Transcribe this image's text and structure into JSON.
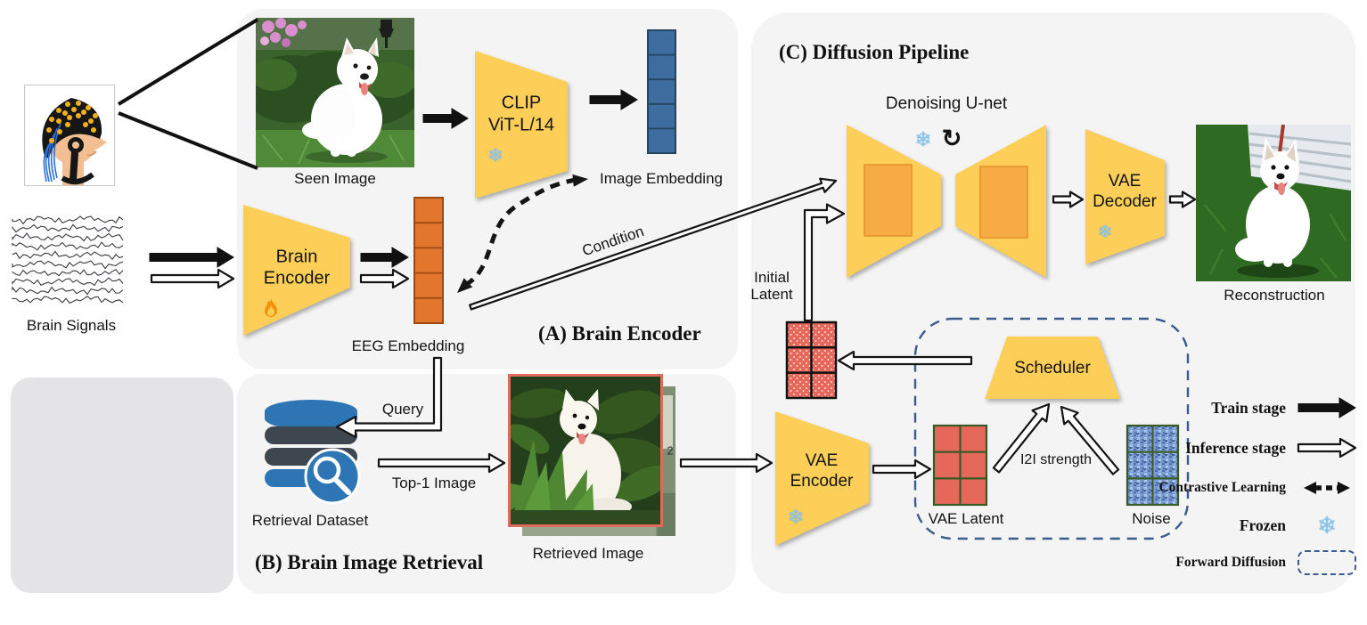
{
  "left_column": {
    "brain_signals_label": "Brain Signals"
  },
  "panel_a": {
    "title": "(A) Brain Encoder",
    "seen_image_label": "Seen Image",
    "clip_line1": "CLIP",
    "clip_line2": "ViT-L/14",
    "image_embedding_label": "Image Embedding",
    "brain_encoder_line1": "Brain",
    "brain_encoder_line2": "Encoder",
    "eeg_embedding_label": "EEG Embedding",
    "condition_label": "Condition"
  },
  "panel_b": {
    "title": "(B) Brain Image Retrieval",
    "retrieval_dataset_label": "Retrieval Dataset",
    "query_label": "Query",
    "top1_label": "Top-1 Image",
    "retrieved_image_label": "Retrieved Image",
    "stacked_photo_number": "2"
  },
  "panel_c": {
    "title": "(C) Diffusion Pipeline",
    "denoising_unet_label": "Denoising U-net",
    "vae_decoder_line1": "VAE",
    "vae_decoder_line2": "Decoder",
    "reconstruction_label": "Reconstruction",
    "initial_latent_line1": "Initial",
    "initial_latent_line2": "Latent",
    "scheduler_label": "Scheduler",
    "vae_encoder_line1": "VAE",
    "vae_encoder_line2": "Encoder",
    "vae_latent_label": "VAE Latent",
    "i2i_strength_label": "I2I strength",
    "noise_label": "Noise"
  },
  "legend": {
    "items": [
      {
        "label": "Train stage",
        "icon": "solid-arrow"
      },
      {
        "label": "Inference stage",
        "icon": "hollow-arrow"
      },
      {
        "label": "Contrastive Learning",
        "icon": "dashed-double-arrow"
      },
      {
        "label": "Frozen",
        "icon": "snowflake"
      },
      {
        "label": "Forward Diffusion",
        "icon": "dashed-box"
      }
    ]
  },
  "icons": {
    "snowflake": "❄",
    "loop_arrow": "↻"
  },
  "colors": {
    "accent_yellow": "#FDCE58",
    "panel_bg": "#F4F4F5",
    "legend_bg": "#E4E4E6",
    "embed_blue": "#3E6C9E",
    "embed_orange": "#E2762D",
    "latent_red": "#E5685A",
    "noise_blue": "#7B9BD4",
    "dashed_blue": "#3A5B8E",
    "db_blue": "#2E75B6",
    "retrieved_border": "#E06B5C"
  }
}
